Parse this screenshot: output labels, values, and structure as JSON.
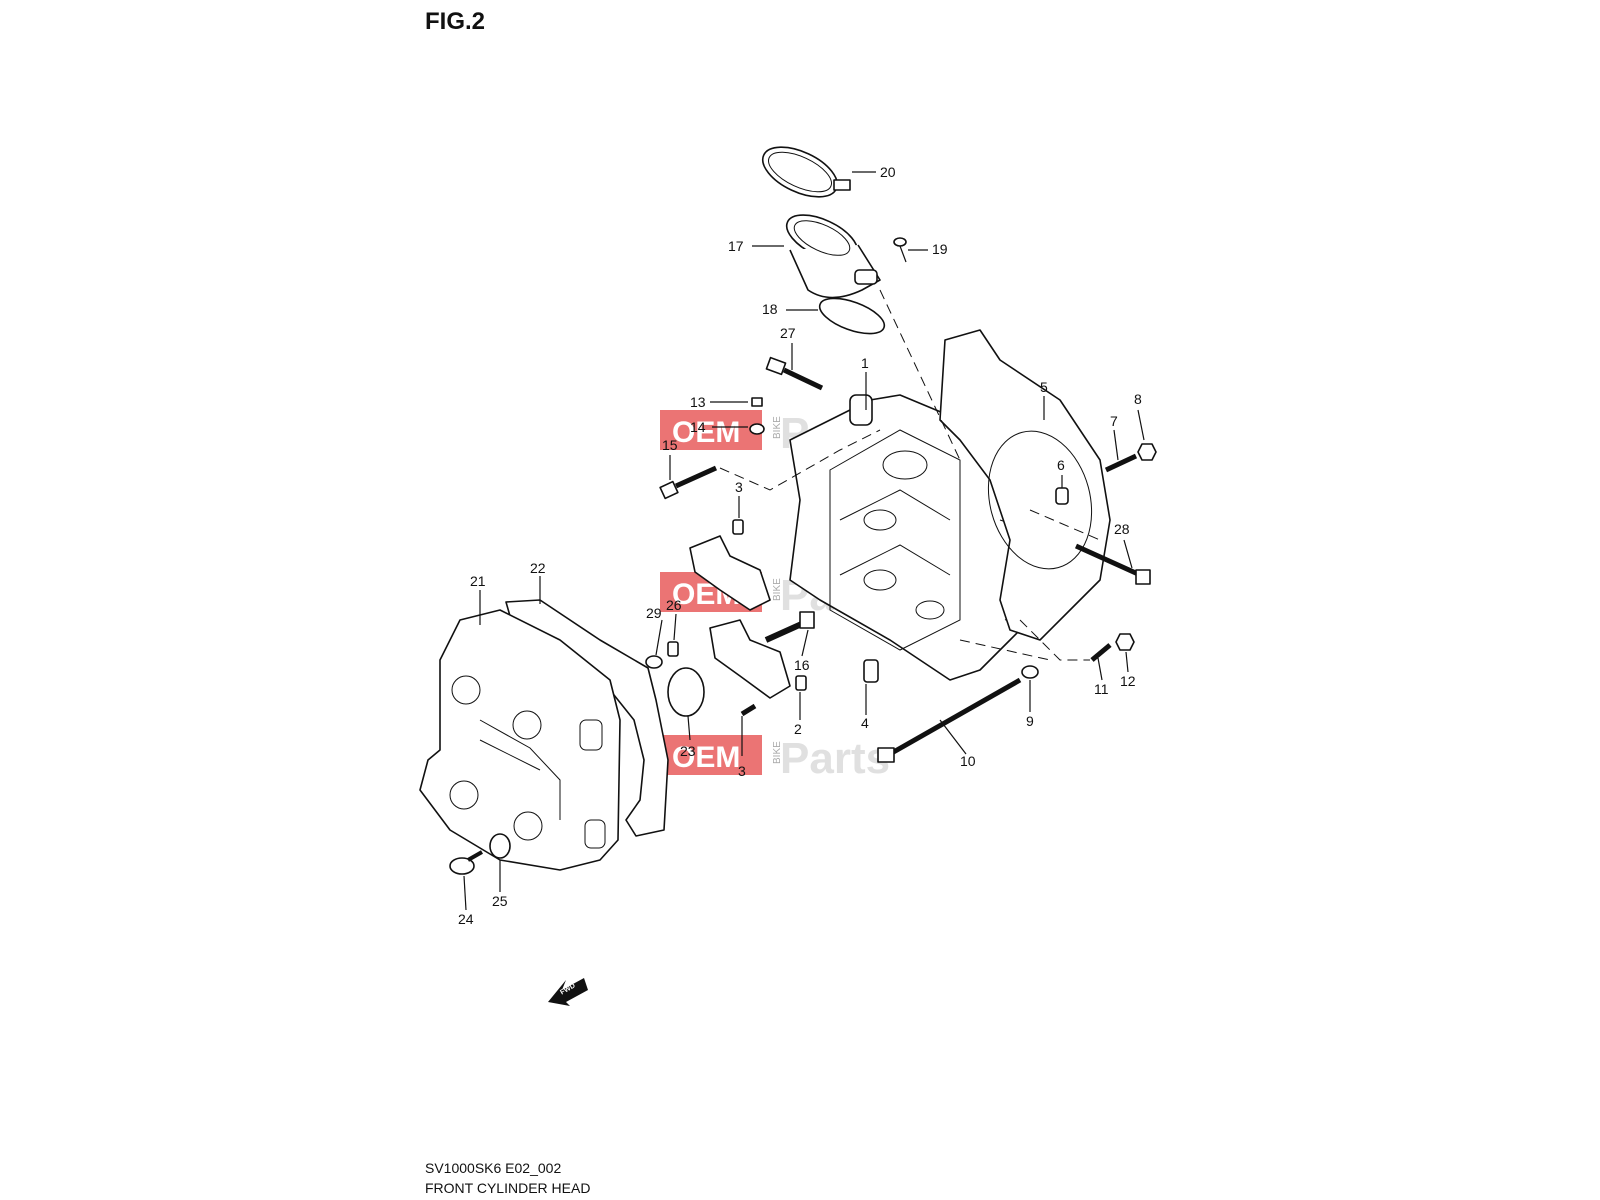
{
  "figure": {
    "title": "FIG.2",
    "model_code": "SV1000SK6 E02_002",
    "caption": "FRONT CYLINDER HEAD"
  },
  "watermark": {
    "oem": "OEM",
    "bike": "BIKE",
    "parts": "Parts",
    "color_red": "#e85c5c",
    "color_gray": "#d9d9d9"
  },
  "callouts": [
    "1",
    "2",
    "3",
    "3",
    "3",
    "4",
    "5",
    "6",
    "7",
    "8",
    "9",
    "10",
    "11",
    "12",
    "13",
    "14",
    "15",
    "16",
    "17",
    "18",
    "19",
    "20",
    "21",
    "22",
    "23",
    "24",
    "25",
    "26",
    "27",
    "28",
    "29"
  ],
  "fwd_label": "FWD"
}
